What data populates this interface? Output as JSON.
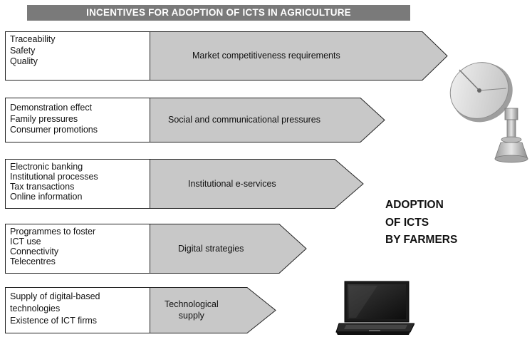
{
  "title": "INCENTIVES FOR ADOPTION OF ICTS IN AGRICULTURE",
  "rows": [
    {
      "factors": [
        "Traceability",
        "Safety",
        "Quality"
      ],
      "incentive": [
        "Market competitiveness requirements"
      ]
    },
    {
      "factors": [
        "Demonstration effect",
        "Family pressures",
        "Consumer promotions"
      ],
      "incentive": [
        "Social and communicational pressures"
      ]
    },
    {
      "factors": [
        "Electronic banking",
        "Institutional processes",
        "Tax transactions",
        "Online information"
      ],
      "incentive": [
        "Institutional e-services"
      ]
    },
    {
      "factors": [
        "Programmes to foster",
        "ICT use",
        "Connectivity",
        "Telecentres"
      ],
      "incentive": [
        "Digital strategies"
      ]
    },
    {
      "factors": [
        "Supply of digital-based",
        "technologies",
        "Existence of ICT firms"
      ],
      "incentive": [
        "Technological",
        "supply"
      ]
    }
  ],
  "outcome": [
    "ADOPTION",
    "OF ICTS",
    "BY FARMERS"
  ],
  "icons": {
    "top_right": "satellite-dish-icon",
    "bottom": "laptop-icon"
  },
  "colors": {
    "title_bar": "#7a7a7a",
    "arrow_fill": "#c8c8c8",
    "arrow_stroke": "#222222"
  }
}
